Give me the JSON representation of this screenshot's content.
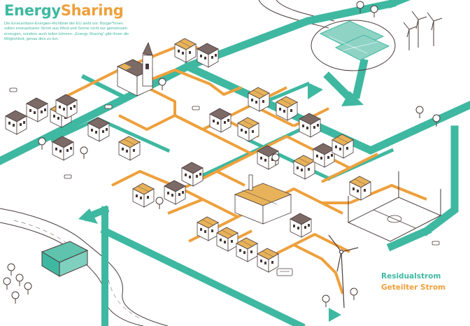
{
  "title": {
    "part1": "Energy",
    "part2": "Sharing"
  },
  "intro": "Die Erneuerbare-Energien-Richtlinie der EU sieht vor: Bürger*innen sollen erneuerbaren Strom aus Wind und Sonne nicht nur gemeinsam erzeugen, sondern auch teilen können. „Energy Sharing“ gibt ihnen die Möglichkeit, genau dies zu tun.",
  "legend": {
    "residual": "Residualstrom",
    "shared": "Geteilter Strom"
  },
  "colors": {
    "teal": "#3fb8a1",
    "orange": "#eea03c",
    "outline": "#4a3a3a",
    "building": "#ffffff",
    "roof": "#7b6a66",
    "solar": "#e7b25a"
  },
  "icons": [
    "wind-turbine-icon",
    "solar-park-icon",
    "church-icon",
    "factory-icon",
    "hydro-dam-icon",
    "sports-field-icon",
    "house-icon",
    "tree-icon",
    "car-icon",
    "bus-icon"
  ]
}
